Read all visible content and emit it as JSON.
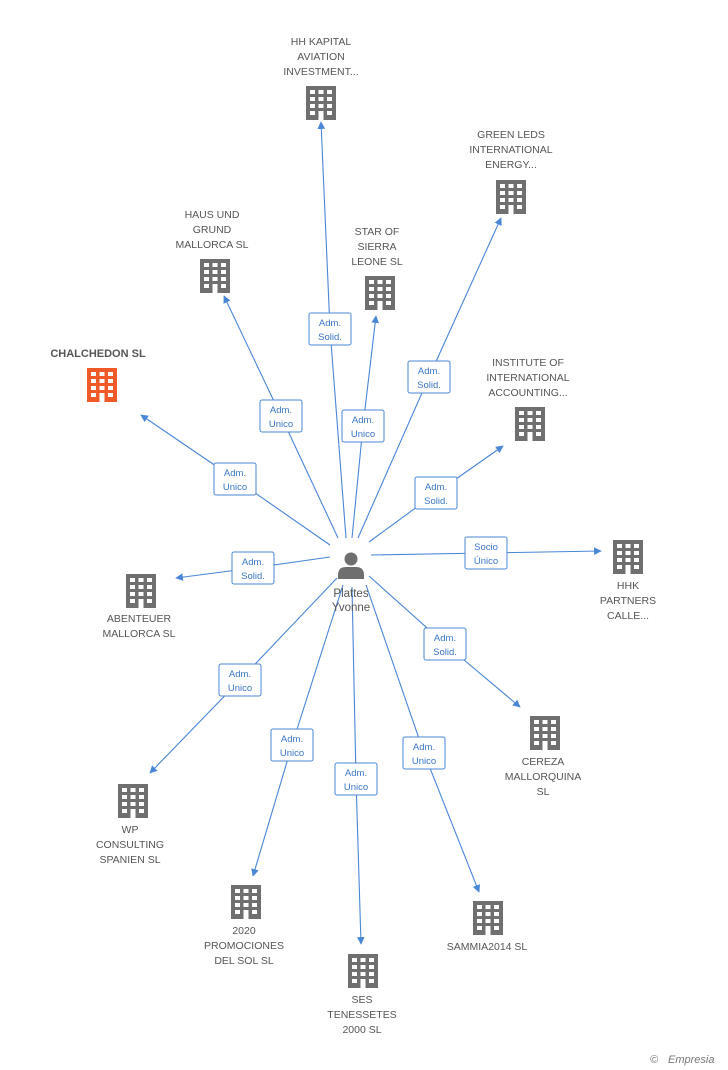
{
  "colors": {
    "edge": "#4a86d6",
    "node": "#6f6f6f",
    "highlight": "#f05a28",
    "text": "#555555"
  },
  "center": {
    "name_lines": [
      "Plattes",
      "Yvonne"
    ],
    "icon": "person-icon"
  },
  "nodes": [
    {
      "id": "hh",
      "lines": [
        "HH KAPITAL",
        "AVIATION",
        "INVESTMENT..."
      ]
    },
    {
      "id": "green",
      "lines": [
        "GREEN LEDS",
        "INTERNATIONAL",
        "ENERGY..."
      ]
    },
    {
      "id": "haus",
      "lines": [
        "HAUS UND",
        "GRUND",
        "MALLORCA  SL"
      ]
    },
    {
      "id": "star",
      "lines": [
        "STAR OF",
        "SIERRA",
        "LEONE SL"
      ]
    },
    {
      "id": "chalc",
      "lines": [
        "CHALCHEDON SL"
      ],
      "highlight": true
    },
    {
      "id": "inst",
      "lines": [
        "INSTITUTE OF",
        "INTERNATIONAL",
        "ACCOUNTING..."
      ]
    },
    {
      "id": "hhk",
      "lines": [
        "HHK",
        "PARTNERS",
        "CALLE..."
      ]
    },
    {
      "id": "abent",
      "lines": [
        "ABENTEUER",
        "MALLORCA SL"
      ]
    },
    {
      "id": "cereza",
      "lines": [
        "CEREZA",
        "MALLORQUINA",
        "SL"
      ]
    },
    {
      "id": "wp",
      "lines": [
        "WP",
        "CONSULTING",
        "SPANIEN  SL"
      ]
    },
    {
      "id": "prom",
      "lines": [
        "2020",
        "PROMOCIONES",
        "DEL SOL SL"
      ]
    },
    {
      "id": "sammia",
      "lines": [
        "SAMMIA2014  SL"
      ]
    },
    {
      "id": "ses",
      "lines": [
        "SES",
        "TENESSETES",
        "2000 SL"
      ]
    }
  ],
  "edges": [
    {
      "to": "hh",
      "label": [
        "Adm.",
        "Solid."
      ]
    },
    {
      "to": "green",
      "label": [
        "Adm.",
        "Solid."
      ]
    },
    {
      "to": "haus",
      "label": [
        "Adm.",
        "Unico"
      ]
    },
    {
      "to": "star",
      "label": [
        "Adm.",
        "Unico"
      ]
    },
    {
      "to": "chalc",
      "label": [
        "Adm.",
        "Unico"
      ]
    },
    {
      "to": "inst",
      "label": [
        "Adm.",
        "Solid."
      ]
    },
    {
      "to": "hhk",
      "label": [
        "Socio",
        "Único"
      ]
    },
    {
      "to": "abent",
      "label": [
        "Adm.",
        "Solid."
      ]
    },
    {
      "to": "cereza",
      "label": [
        "Adm.",
        "Solid."
      ]
    },
    {
      "to": "wp",
      "label": [
        "Adm.",
        "Unico"
      ]
    },
    {
      "to": "prom",
      "label": [
        "Adm.",
        "Unico"
      ]
    },
    {
      "to": "sammia",
      "label": [
        "Adm.",
        "Unico"
      ]
    },
    {
      "to": "ses",
      "label": [
        "Adm.",
        "Unico"
      ]
    }
  ],
  "footer": {
    "copyright": "©",
    "brand": "Empresia"
  }
}
